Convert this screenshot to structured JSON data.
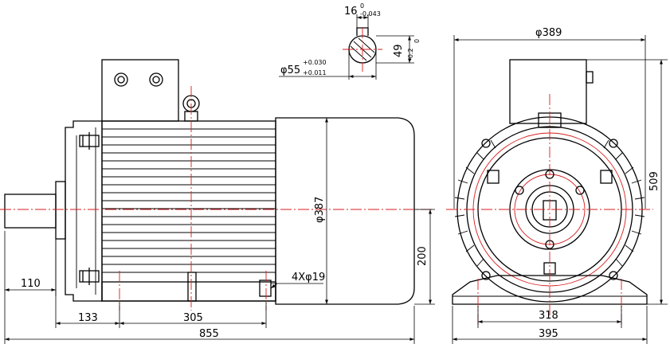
{
  "drawing": {
    "dimensions": {
      "shaft_ext": "110",
      "foot_offset": "133",
      "foot_holes_spacing_side": "305",
      "overall_length": "855",
      "shaft_height": "200",
      "frame_dia": "φ387",
      "foot_holes": "4Xφ19",
      "overall_width": "φ389",
      "foot_holes_spacing_front": "318",
      "base_width": "395",
      "overall_height": "509",
      "key_width": "16",
      "key_width_tol_upper": "0",
      "key_width_tol_lower": "-0.043",
      "key_depth": "49",
      "key_depth_tol": "-0.2",
      "key_depth_tol_upper": "0",
      "shaft_dia": "φ55",
      "shaft_dia_tol_upper": "+0.030",
      "shaft_dia_tol_lower": "+0.011"
    }
  }
}
